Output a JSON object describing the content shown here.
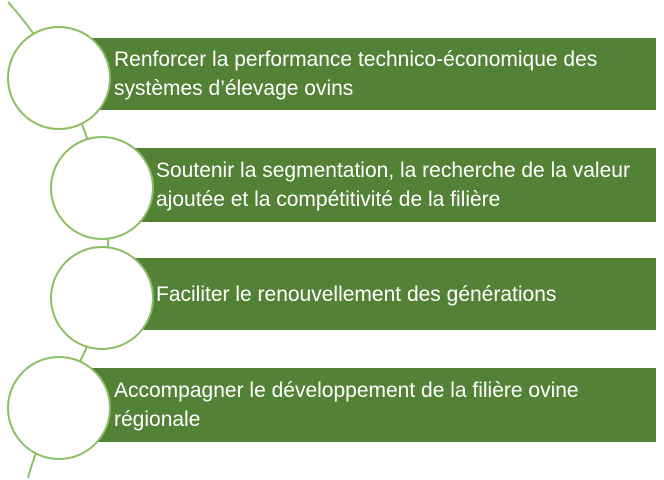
{
  "diagram": {
    "accent_color": "#538135",
    "circle_border_color": "#8bbe64",
    "items": [
      {
        "text": "Renforcer la performance technico-économique des systèmes d’élevage ovins"
      },
      {
        "text": "Soutenir la segmentation, la recherche de la valeur ajoutée et la compétitivité de la filière"
      },
      {
        "text": "Faciliter le renouvellement des générations"
      },
      {
        "text": "Accompagner le développement de la filière ovine régionale"
      }
    ]
  }
}
